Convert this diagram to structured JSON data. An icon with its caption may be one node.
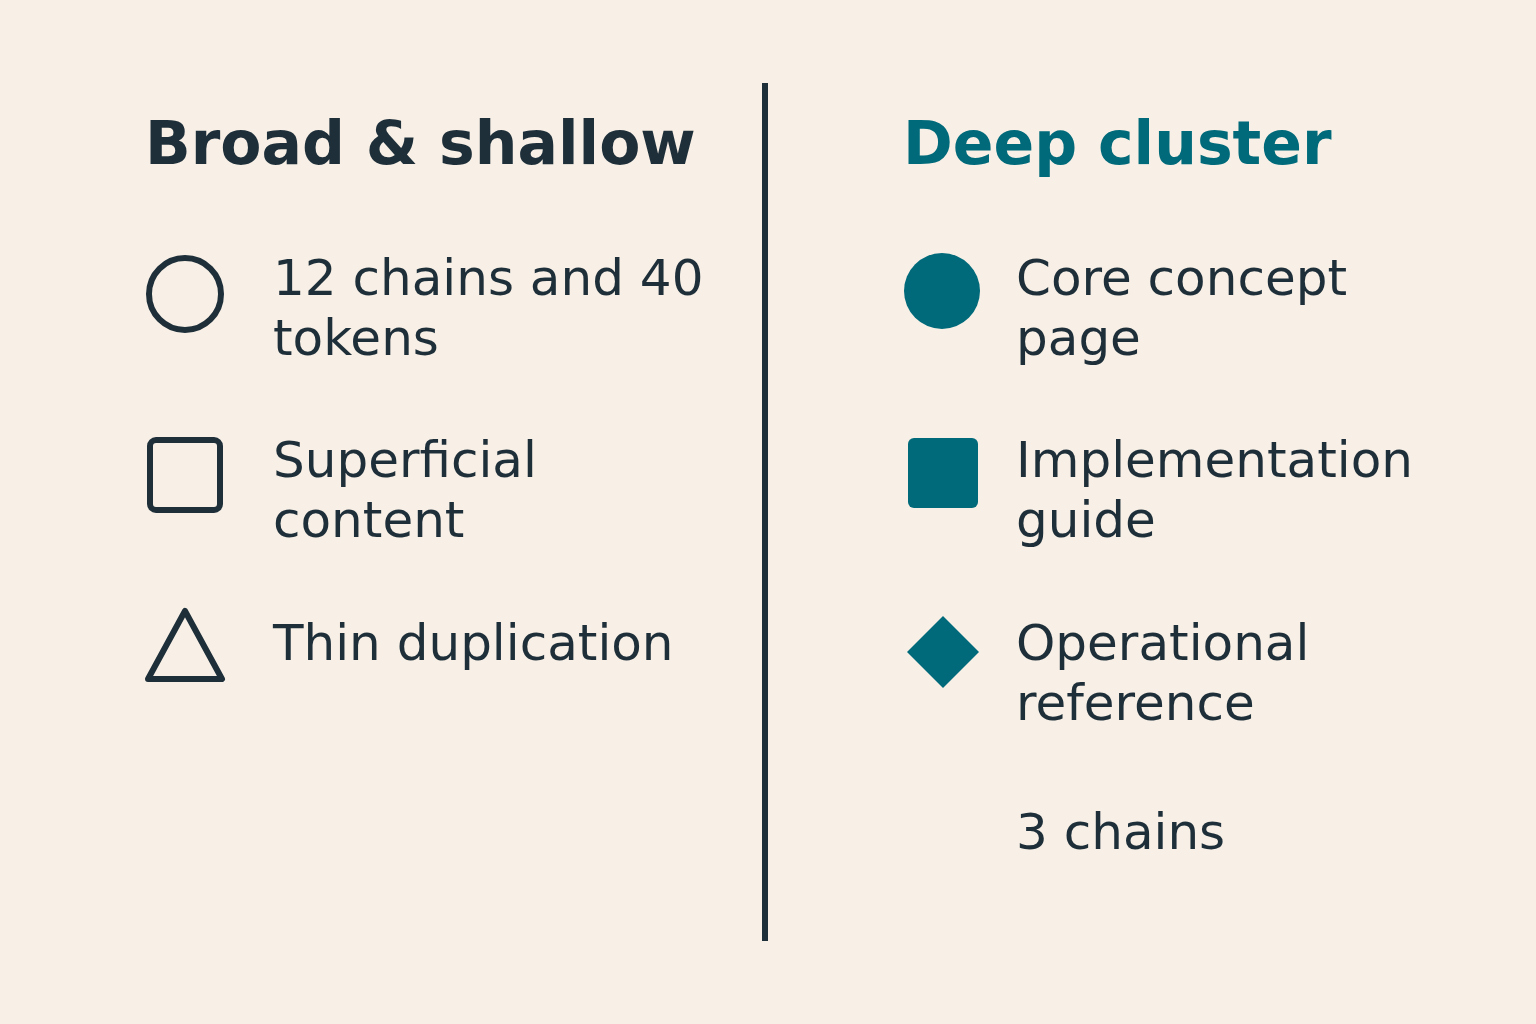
{
  "diagram": {
    "labels": [
      "Broad & shallow",
      "Deep cluster",
      "3 chains"
    ],
    "legend": [
      {
        "text": "12 chains and 40 tokens"
      },
      {
        "text": "Superficial content"
      },
      {
        "text": "Thin duplication"
      },
      {
        "text": "Core concept page"
      },
      {
        "text": "Implementation guide"
      },
      {
        "text": "Operational reference"
      }
    ]
  }
}
